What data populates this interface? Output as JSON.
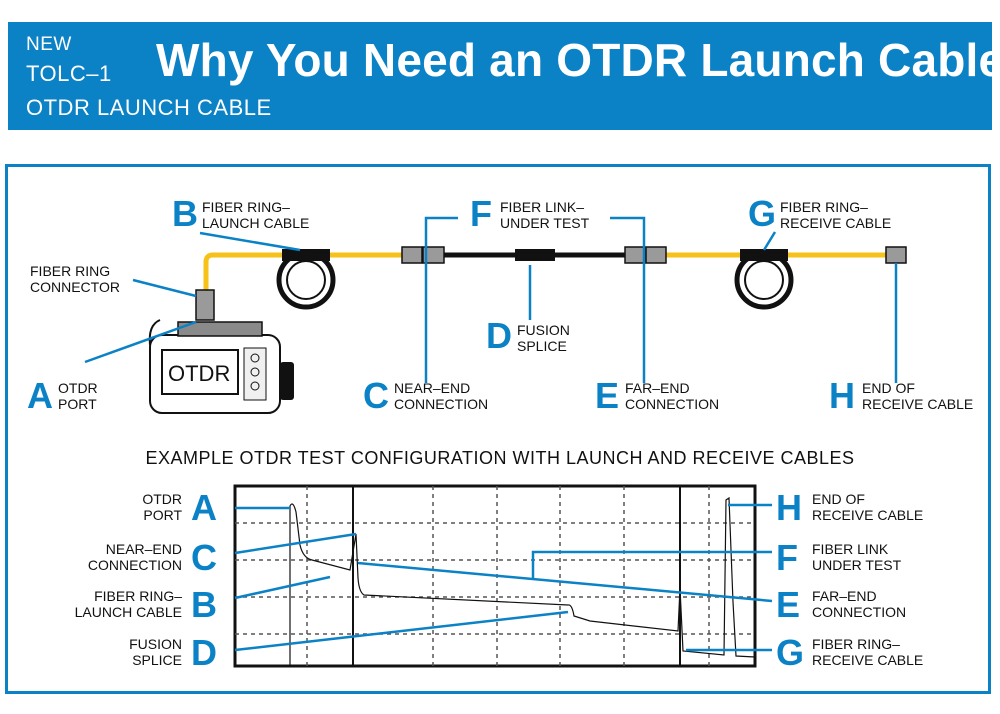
{
  "header": {
    "new_label": "NEW",
    "model": "TOLC–1",
    "product": "OTDR LAUNCH CABLE",
    "title": "Why You Need an OTDR Launch Cable?"
  },
  "diagram": {
    "fiber_ring_connector": {
      "line1": "FIBER RING",
      "line2": "CONNECTOR"
    },
    "otdr_label": "OTDR",
    "A": {
      "letter": "A",
      "line1": "OTDR",
      "line2": "PORT"
    },
    "B": {
      "letter": "B",
      "line1": "FIBER RING–",
      "line2": "LAUNCH CABLE"
    },
    "C": {
      "letter": "C",
      "line1": "NEAR–END",
      "line2": "CONNECTION"
    },
    "D": {
      "letter": "D",
      "line1": "FUSION",
      "line2": "SPLICE"
    },
    "E": {
      "letter": "E",
      "line1": "FAR–END",
      "line2": "CONNECTION"
    },
    "F": {
      "letter": "F",
      "line1": "FIBER LINK–",
      "line2": "UNDER TEST"
    },
    "G": {
      "letter": "G",
      "line1": "FIBER RING–",
      "line2": "RECEIVE CABLE"
    },
    "H": {
      "letter": "H",
      "line1": "END OF",
      "line2": "RECEIVE CABLE"
    }
  },
  "chart": {
    "title": "EXAMPLE OTDR TEST CONFIGURATION WITH LAUNCH AND RECEIVE CABLES",
    "left": [
      {
        "letter": "A",
        "line1": "OTDR",
        "line2": "PORT"
      },
      {
        "letter": "C",
        "line1": "NEAR–END",
        "line2": "CONNECTION"
      },
      {
        "letter": "B",
        "line1": "FIBER RING–",
        "line2": "LAUNCH CABLE"
      },
      {
        "letter": "D",
        "line1": "FUSION",
        "line2": "SPLICE"
      }
    ],
    "right": [
      {
        "letter": "H",
        "line1": "END OF",
        "line2": "RECEIVE CABLE"
      },
      {
        "letter": "F",
        "line1": "FIBER LINK",
        "line2": "UNDER TEST"
      },
      {
        "letter": "E",
        "line1": "FAR–END",
        "line2": "CONNECTION"
      },
      {
        "letter": "G",
        "line1": "FIBER RING–",
        "line2": "RECEIVE CABLE"
      }
    ]
  },
  "colors": {
    "brand_blue": "#0b82c6",
    "fiber_yellow": "#f6c21a",
    "dark": "#111111"
  }
}
